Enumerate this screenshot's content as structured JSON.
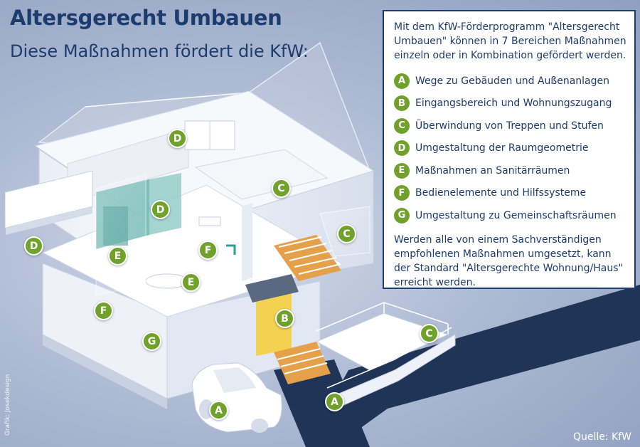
{
  "header": {
    "title": "Altersgerecht Umbauen",
    "subtitle": "Diese Maßnahmen fördert die KfW:"
  },
  "infobox": {
    "intro": "Mit dem KfW-Förderprogramm \"Altersgerecht Umbauen\" können in 7 Bereichen Maßnahmen einzeln oder in Kombination gefördert werden.",
    "items": [
      {
        "key": "A",
        "label": "Wege zu Gebäuden und Außenanlagen"
      },
      {
        "key": "B",
        "label": "Eingangsbereich und Wohnungszugang"
      },
      {
        "key": "C",
        "label": "Überwindung von Treppen und Stufen"
      },
      {
        "key": "D",
        "label": "Umgestaltung der Raumgeometrie"
      },
      {
        "key": "E",
        "label": "Maßnahmen an Sanitärräumen"
      },
      {
        "key": "F",
        "label": "Bedienelemente und Hilfssysteme"
      },
      {
        "key": "G",
        "label": "Umgestaltung zu Gemeinschaftsräumen"
      }
    ],
    "outro": "Werden alle von einem Sachverständigen empfohlenen Maßnahmen umgesetzt, kann der Standard \"Altersgerechte Wohnung/Haus\" erreicht werden."
  },
  "house_markers": [
    "D",
    "D",
    "C",
    "C",
    "D",
    "E",
    "F",
    "E",
    "F",
    "B",
    "G",
    "C",
    "A",
    "A"
  ],
  "credit": "Grafik: Josekdesign",
  "source": "Quelle: KfW",
  "colors": {
    "navy": "#1d3c6e",
    "marker_green": "#6fa12b",
    "background": "#aebbd4",
    "road": "#1f3456"
  }
}
